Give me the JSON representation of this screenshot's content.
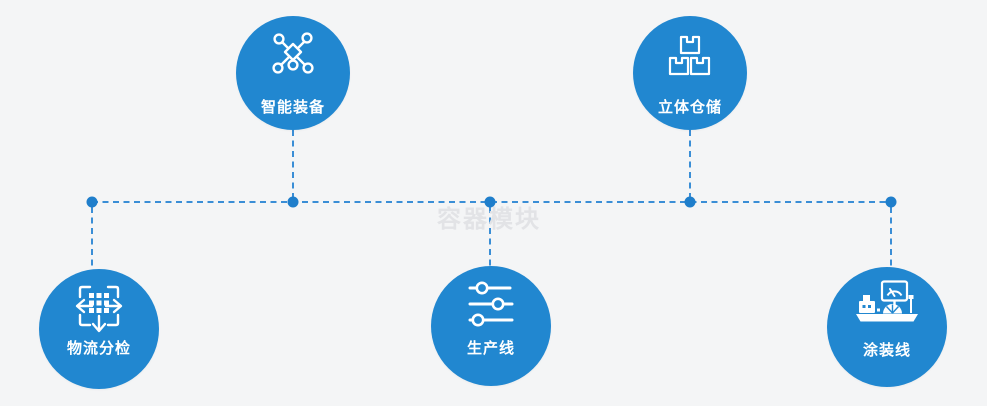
{
  "diagram": {
    "watermark": "容器模块",
    "nodes": [
      {
        "id": "smart-equipment",
        "label": "智能装备",
        "icon": "network-nodes-icon"
      },
      {
        "id": "stereoscopic-warehouse",
        "label": "立体仓储",
        "icon": "stacked-boxes-icon"
      },
      {
        "id": "logistics-sorting",
        "label": "物流分检",
        "icon": "sorting-crosshair-icon"
      },
      {
        "id": "production-line",
        "label": "生产线",
        "icon": "sliders-icon"
      },
      {
        "id": "coating-line",
        "label": "涂装线",
        "icon": "machine-monitor-icon"
      }
    ]
  },
  "colors": {
    "node_fill": "#2187d0",
    "connector_line": "#3a8ed6",
    "junction_dot": "#1f7ecb",
    "background": "#f4f5f6",
    "watermark_text": "#e2e3e6",
    "label_text": "#ffffff"
  }
}
